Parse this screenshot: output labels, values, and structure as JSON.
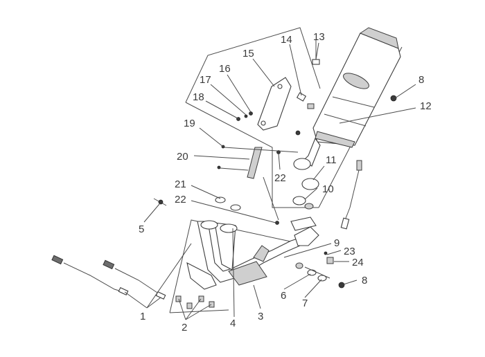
{
  "callouts": [
    "1",
    "2",
    "3",
    "4",
    "5",
    "6",
    "7",
    "8",
    "9",
    "10",
    "11",
    "12",
    "13",
    "14",
    "15",
    "16",
    "17",
    "18",
    "19",
    "20",
    "21",
    "22",
    "23",
    "24"
  ],
  "callout_8_second": "8",
  "callout_22_second": "22"
}
